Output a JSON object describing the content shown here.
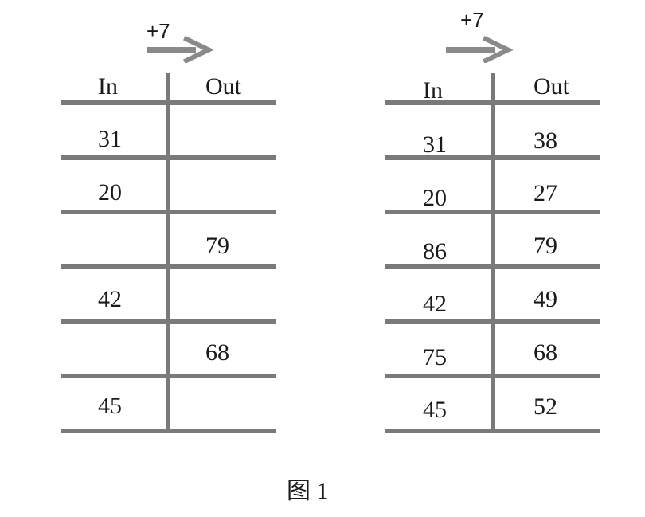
{
  "figure": {
    "caption": "图 1"
  },
  "left_table": {
    "operation": "+7",
    "in_header": "In",
    "out_header": "Out",
    "rows": [
      {
        "in": "31",
        "out": ""
      },
      {
        "in": "20",
        "out": ""
      },
      {
        "in": "",
        "out": "79"
      },
      {
        "in": "42",
        "out": ""
      },
      {
        "in": "",
        "out": "68"
      },
      {
        "in": "45",
        "out": ""
      }
    ]
  },
  "right_table": {
    "operation": "+7",
    "in_header": "In",
    "out_header": "Out",
    "rows": [
      {
        "in": "31",
        "out": "38"
      },
      {
        "in": "20",
        "out": "27"
      },
      {
        "in": "86",
        "out": "79"
      },
      {
        "in": "42",
        "out": "49"
      },
      {
        "in": "75",
        "out": "68"
      },
      {
        "in": "45",
        "out": "52"
      }
    ]
  },
  "colors": {
    "line": "#7a7a7a",
    "arrow": "#8a8a8a",
    "text": "#1a1a1a"
  }
}
